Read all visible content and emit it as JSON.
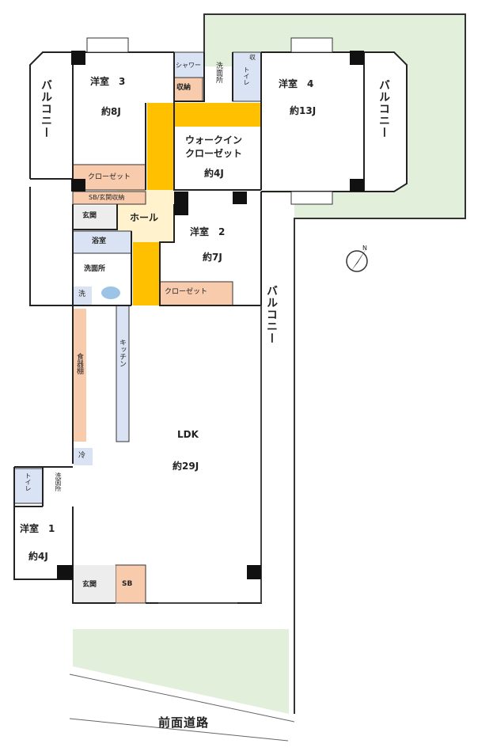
{
  "rooms": {
    "western_3": {
      "name": "洋室　3",
      "size": "約8J"
    },
    "western_4": {
      "name": "洋室　4",
      "size": "約13J"
    },
    "western_2": {
      "name": "洋室　2",
      "size": "約7J"
    },
    "western_1": {
      "name": "洋室　1",
      "size": "約4J"
    },
    "ldk": {
      "name": "LDK",
      "size": "約29J"
    },
    "walkin": {
      "line1": "ウォークイン",
      "line2": "クローゼット",
      "size": "約4J"
    }
  },
  "labels": {
    "shower": "シャワー",
    "washroom_top": "洗面所",
    "storage_top": "収納",
    "storage_small": "収",
    "toilet_top": "トイレ",
    "closet_room3": "クローゼット",
    "sb_entry_storage": "SB/玄関収納",
    "entrance_top": "玄関",
    "hall": "ホール",
    "bath": "浴室",
    "washroom_mid": "洗面所",
    "washer": "洗",
    "closet_room2": "クローゼット",
    "kitchen": "キッチン",
    "cupboard": "食器棚",
    "fridge": "冷",
    "toilet_bottom": "トイレ",
    "washroom_bottom": "洗面所",
    "entrance_bottom": "玄関",
    "sb_bottom": "SB",
    "balcony_left": "バルコニー",
    "balcony_right": "バルコニー",
    "balcony_middle": "バルコニー",
    "front_road": "前面道路",
    "north_mark": "N"
  },
  "colors": {
    "hallway": "#ffc000",
    "hall_light": "#fff2cc",
    "closet": "#f8cbad",
    "wet_area": "#dae3f3",
    "entrance": "#ededed",
    "garden": "#e2efda",
    "wall": "#222222"
  }
}
